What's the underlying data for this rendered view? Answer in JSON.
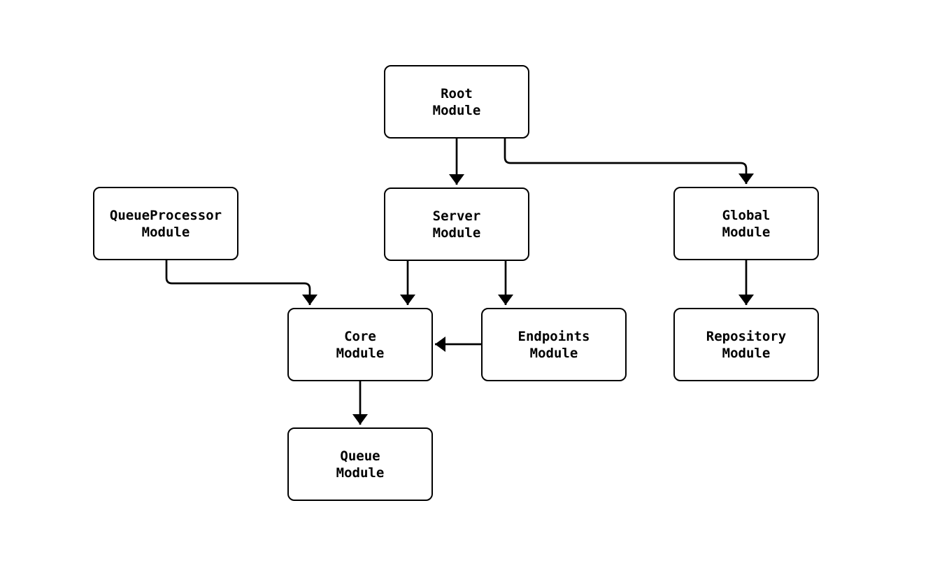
{
  "diagram": {
    "type": "flowchart",
    "colors": {
      "background": "#ffffff",
      "stroke": "#000000",
      "node_fill": "#ffffff",
      "text": "#000000"
    },
    "nodes": {
      "root": {
        "label": "Root\nModule"
      },
      "queueprocessor": {
        "label": "QueueProcessor\nModule"
      },
      "server": {
        "label": "Server\nModule"
      },
      "global": {
        "label": "Global\nModule"
      },
      "core": {
        "label": "Core\nModule"
      },
      "endpoints": {
        "label": "Endpoints\nModule"
      },
      "repository": {
        "label": "Repository\nModule"
      },
      "queue": {
        "label": "Queue\nModule"
      }
    },
    "edges": [
      {
        "from": "Root Module",
        "to": "Server Module"
      },
      {
        "from": "Root Module",
        "to": "Global Module"
      },
      {
        "from": "QueueProcessor Module",
        "to": "Core Module"
      },
      {
        "from": "Server Module",
        "to": "Core Module"
      },
      {
        "from": "Server Module",
        "to": "Endpoints Module"
      },
      {
        "from": "Endpoints Module",
        "to": "Core Module"
      },
      {
        "from": "Global Module",
        "to": "Repository Module"
      },
      {
        "from": "Core Module",
        "to": "Queue Module"
      }
    ]
  }
}
